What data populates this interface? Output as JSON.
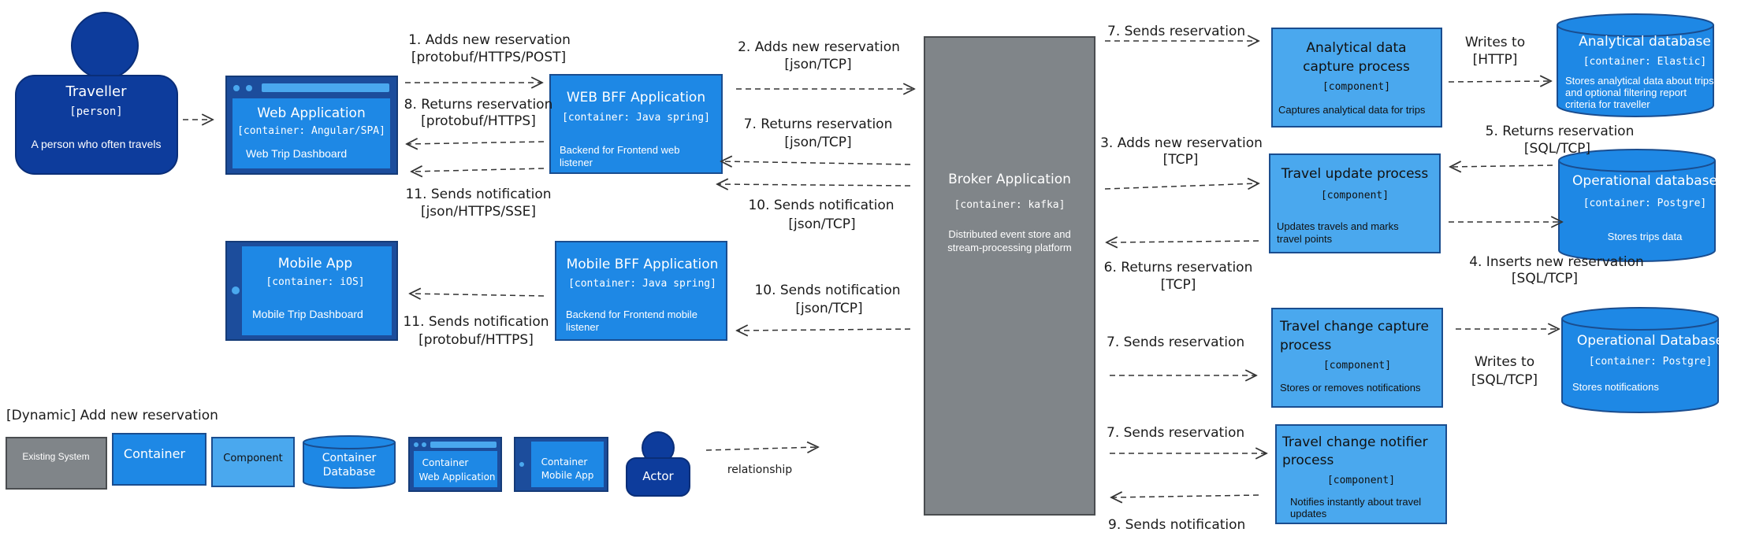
{
  "title": "[Dynamic] Add new reservation",
  "colors": {
    "container": "#1e88e5",
    "component": "#4aa8ee",
    "person": "#0d3c9c",
    "existing": "#808589",
    "border": "#1a4d8f",
    "text": "#1b1b1b"
  },
  "nodes": {
    "traveller": {
      "name": "Traveller",
      "tag": "[person]",
      "desc": "A person who often travels"
    },
    "web_app": {
      "name": "Web Application",
      "tag": "[container: Angular/SPA]",
      "desc": "Web Trip Dashboard"
    },
    "mobile_app": {
      "name": "Mobile App",
      "tag": "[container: iOS]",
      "desc": "Mobile Trip Dashboard"
    },
    "web_bff": {
      "name": "WEB BFF Application",
      "tag": "[container: Java spring]",
      "desc1": "Backend for Frontend web",
      "desc2": "listener"
    },
    "mobile_bff": {
      "name": "Mobile BFF Application",
      "tag": "[container: Java spring]",
      "desc1": "Backend for Frontend mobile",
      "desc2": "listener"
    },
    "broker": {
      "name": "Broker Application",
      "tag": "[container: kafka]",
      "desc1": "Distributed event store and",
      "desc2": "stream-processing platform"
    },
    "analytical_capture": {
      "name1": "Analytical data",
      "name2": "capture process",
      "tag": "[component]",
      "desc": "Captures analytical data for trips"
    },
    "travel_update": {
      "name": "Travel update process",
      "tag": "[component]",
      "desc1": "Updates travels and marks",
      "desc2": "travel points"
    },
    "travel_change_capture": {
      "name1": "Travel change capture",
      "name2": "process",
      "tag": "[component]",
      "desc": "Stores or removes notifications"
    },
    "travel_change_notifier": {
      "name1": "Travel change notifier",
      "name2": "process",
      "tag": "[component]",
      "desc1": "Notifies instantly about  travel",
      "desc2": "updates"
    },
    "analytical_db": {
      "name": "Analytical database",
      "tag": "[container: Elastic]",
      "desc1": "Stores analytical data about trips",
      "desc2": "and  optional filtering report",
      "desc3": "criteria for traveller"
    },
    "operational_db": {
      "name": "Operational database",
      "tag": "[container: Postgre]",
      "desc": "Stores trips data"
    },
    "operational_db2": {
      "name": "Operational Database",
      "tag": "[container: Postgre]",
      "desc": "Stores notifications"
    }
  },
  "edges": {
    "e1": {
      "l1": "1. Adds new reservation",
      "l2": "[protobuf/HTTPS/POST]"
    },
    "e8": {
      "l1": "8. Returns reservation",
      "l2": "[protobuf/HTTPS]"
    },
    "e11w": {
      "l1": "11. Sends notification",
      "l2": "[json/HTTPS/SSE]"
    },
    "e2": {
      "l1": "2. Adds new reservation",
      "l2": "[json/TCP]"
    },
    "e7r": {
      "l1": "7. Returns reservation",
      "l2": "[json/TCP]"
    },
    "e10w": {
      "l1": "10. Sends notification",
      "l2": "[json/TCP]"
    },
    "e10m": {
      "l1": "10. Sends notification",
      "l2": "[json/TCP]"
    },
    "e11m": {
      "l1": "11. Sends notification",
      "l2": "[protobuf/HTTPS]"
    },
    "e7a": {
      "l1": "7. Sends reservation"
    },
    "e3": {
      "l1": "3. Adds new reservation",
      "l2": "[TCP]"
    },
    "e6": {
      "l1": "6. Returns reservation",
      "l2": "[TCP]"
    },
    "e7c": {
      "l1": "7. Sends reservation"
    },
    "e7n": {
      "l1": "7. Sends reservation"
    },
    "e9": {
      "l1": "9. Sends notification"
    },
    "ew": {
      "l1": "Writes to",
      "l2": "[HTTP]"
    },
    "e5": {
      "l1": "5. Returns reservation",
      "l2": "[SQL/TCP]"
    },
    "e4": {
      "l1": "4. Inserts new reservation",
      "l2": "[SQL/TCP]"
    },
    "ew2": {
      "l1": "Writes to",
      "l2": "[SQL/TCP]"
    }
  },
  "legend": {
    "existing": "Existing System",
    "container": "Container",
    "component": "Component",
    "container_db1": "Container",
    "container_db2": "Database",
    "web_app1": "Container",
    "web_app2": "Web Application",
    "mobile_app1": "Container",
    "mobile_app2": "Mobile App",
    "actor": "Actor",
    "relationship": "relationship"
  }
}
